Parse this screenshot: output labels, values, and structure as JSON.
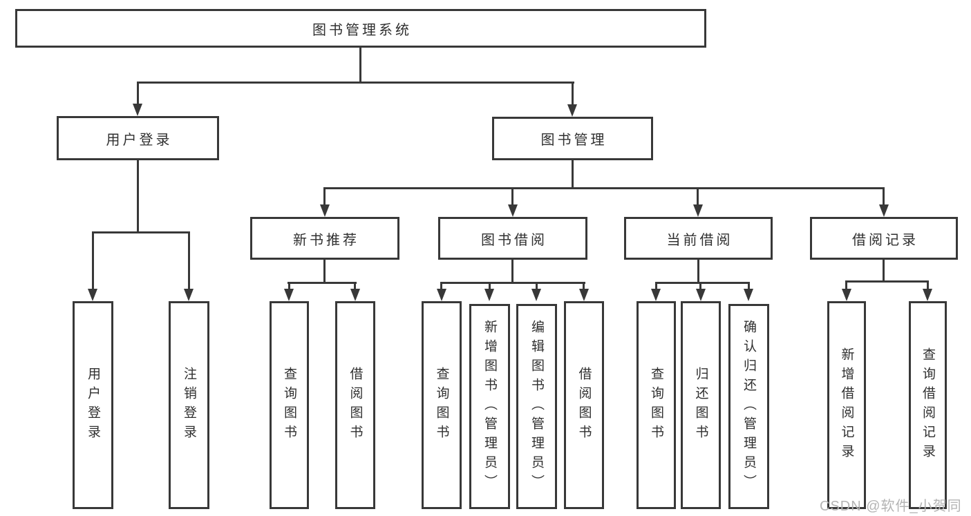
{
  "tree": {
    "root": {
      "label": "图书管理系统"
    },
    "branches": [
      {
        "label": "用户登录",
        "children": [
          {
            "label": "用户登录"
          },
          {
            "label": "注销登录"
          }
        ]
      },
      {
        "label": "图书管理",
        "children": [
          {
            "label": "新书推荐",
            "children": [
              {
                "label": "查询图书"
              },
              {
                "label": "借阅图书"
              }
            ]
          },
          {
            "label": "图书借阅",
            "children": [
              {
                "label": "查询图书"
              },
              {
                "label": "新增图书（管理员）"
              },
              {
                "label": "编辑图书（管理员）"
              },
              {
                "label": "借阅图书"
              }
            ]
          },
          {
            "label": "当前借阅",
            "children": [
              {
                "label": "查询图书"
              },
              {
                "label": "归还图书"
              },
              {
                "label": "确认归还（管理员）"
              }
            ]
          },
          {
            "label": "借阅记录",
            "children": [
              {
                "label": "新增借阅记录"
              },
              {
                "label": "查询借阅记录"
              }
            ]
          }
        ]
      }
    ]
  },
  "watermark": "CSDN @软件_小贺同学",
  "colors": {
    "line": "#383838",
    "border": "#383838",
    "text": "#2f2f2f",
    "watermark": "#b4b4b4",
    "background": "#ffffff"
  }
}
